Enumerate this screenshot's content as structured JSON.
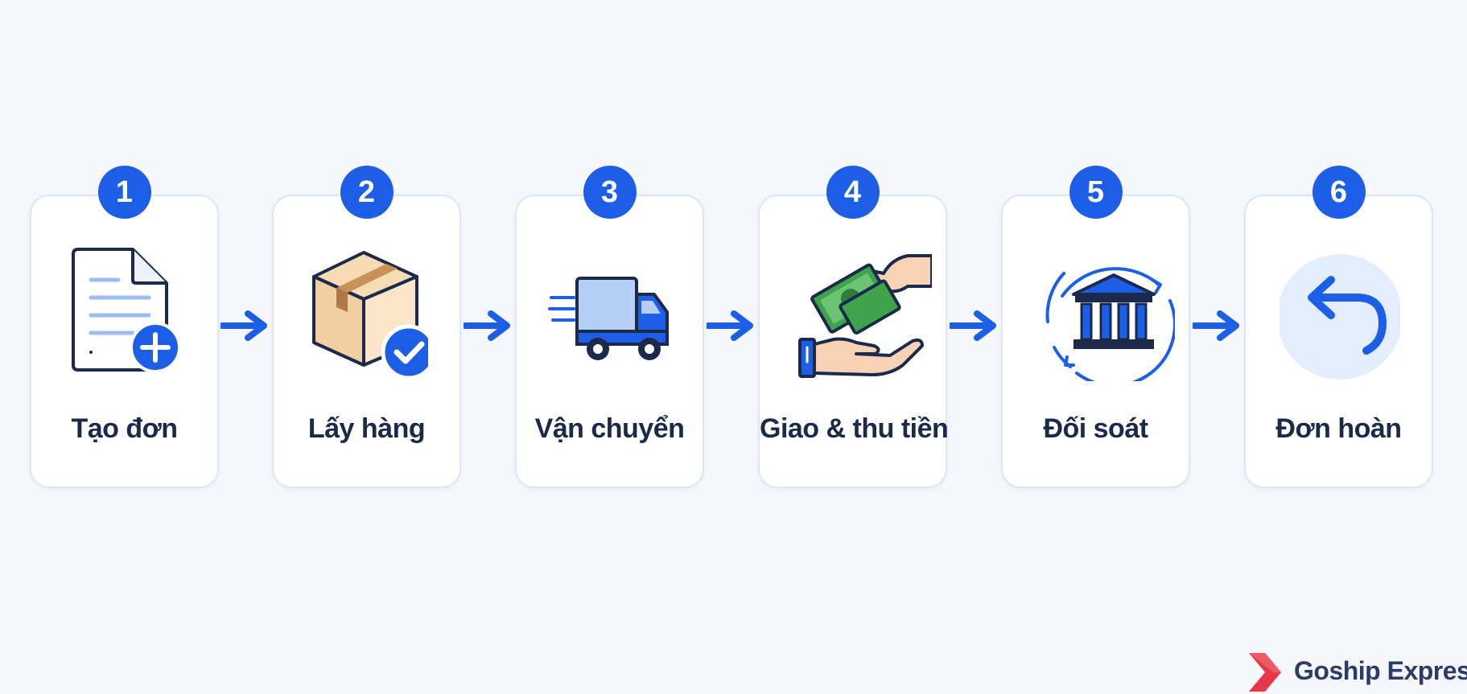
{
  "colors": {
    "accent": "#1c5ee6",
    "background": "#f5f7fb",
    "card_border": "#dbe6f7",
    "text": "#1b2a4a",
    "brand_red": "#e63946"
  },
  "steps": [
    {
      "number": "1",
      "label": "Tạo đơn",
      "icon": "document-add-icon"
    },
    {
      "number": "2",
      "label": "Lấy hàng",
      "icon": "package-check-icon"
    },
    {
      "number": "3",
      "label": "Vận chuyển",
      "icon": "delivery-truck-icon"
    },
    {
      "number": "4",
      "label": "Giao & thu tiền",
      "icon": "cash-handover-icon"
    },
    {
      "number": "5",
      "label": "Đối soát",
      "icon": "bank-sync-icon"
    },
    {
      "number": "6",
      "label": "Đơn hoàn",
      "icon": "return-arrow-icon"
    }
  ],
  "brand": {
    "name": "Goship Express",
    "logo": "chevron-logo-icon"
  }
}
